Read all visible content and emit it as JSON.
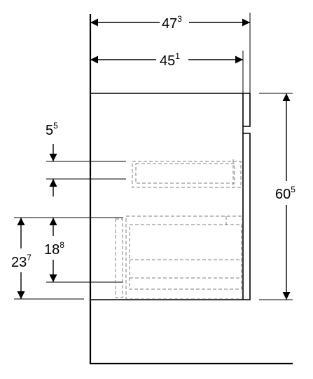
{
  "dimensions": {
    "overall_depth": {
      "main": "47",
      "sup": "3"
    },
    "inner_depth": {
      "main": "45",
      "sup": "1"
    },
    "gap": {
      "main": "5",
      "sup": "5"
    },
    "height": {
      "main": "60",
      "sup": "5"
    },
    "lower_height": {
      "main": "23",
      "sup": "7"
    },
    "drawer_height": {
      "main": "18",
      "sup": "8"
    }
  },
  "colors": {
    "line": "#000000",
    "dashed": "#7f7f7f",
    "background": "#ffffff"
  }
}
